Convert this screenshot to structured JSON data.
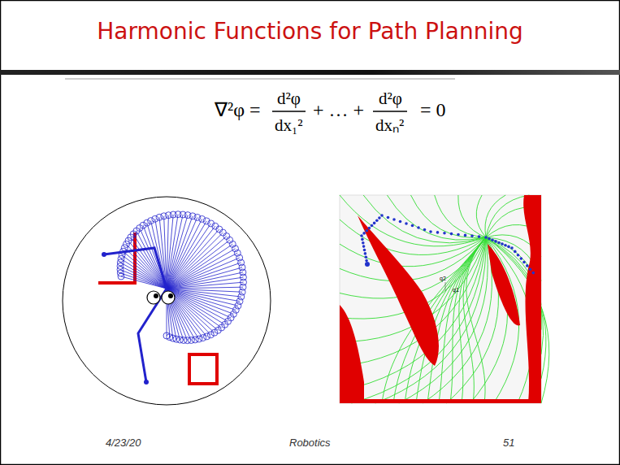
{
  "diagram": {
    "title": "Harmonic Functions for Path Planning",
    "labels": [
      "∇²φ =",
      "d²φ",
      "dx₁²",
      "+ … +",
      "d²φ",
      "dxₙ²",
      "= 0",
      "q2",
      "q1",
      "4/23/20",
      "Robotics",
      "51"
    ]
  }
}
